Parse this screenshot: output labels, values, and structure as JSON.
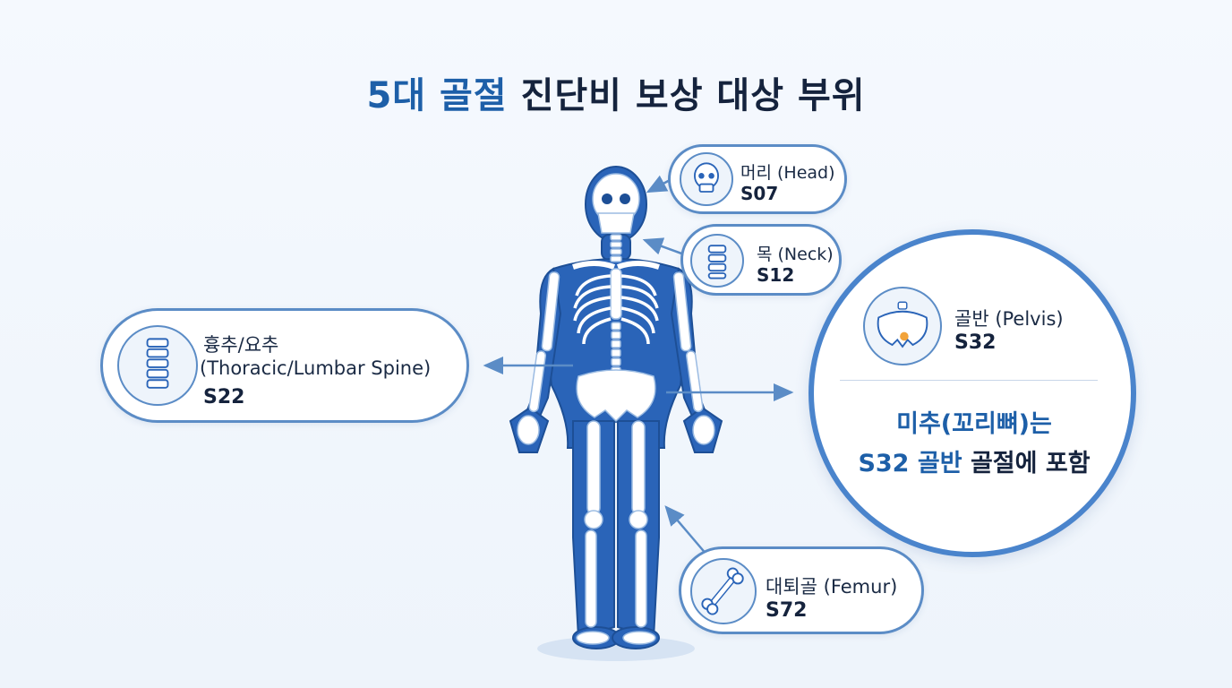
{
  "title": {
    "part1": "5대 골절",
    "part2": "진단비 보상 대상 부위"
  },
  "regions": {
    "head": {
      "label": "머리 (Head)",
      "code": "S07",
      "icon": "skull-icon"
    },
    "neck": {
      "label": "목 (Neck)",
      "code": "S12",
      "icon": "cervical-spine-icon"
    },
    "spine": {
      "label_line1": "흉추/요추",
      "label_line2": "(Thoracic/Lumbar Spine)",
      "code": "S22",
      "icon": "spine-icon"
    },
    "pelvis": {
      "label": "골반 (Pelvis)",
      "code": "S32",
      "icon": "pelvis-icon"
    },
    "femur": {
      "label": "대퇴골 (Femur)",
      "code": "S72",
      "icon": "bone-icon"
    }
  },
  "pelvis_note": {
    "line1": "미추(꼬리뼈)는",
    "line2_highlight": "S32 골반",
    "line2_rest": "골절에 포함"
  },
  "colors": {
    "accent": "#1d5fa8",
    "border": "#5b8cc6",
    "body_fill": "#2a64b8",
    "bone": "#ffffff"
  }
}
